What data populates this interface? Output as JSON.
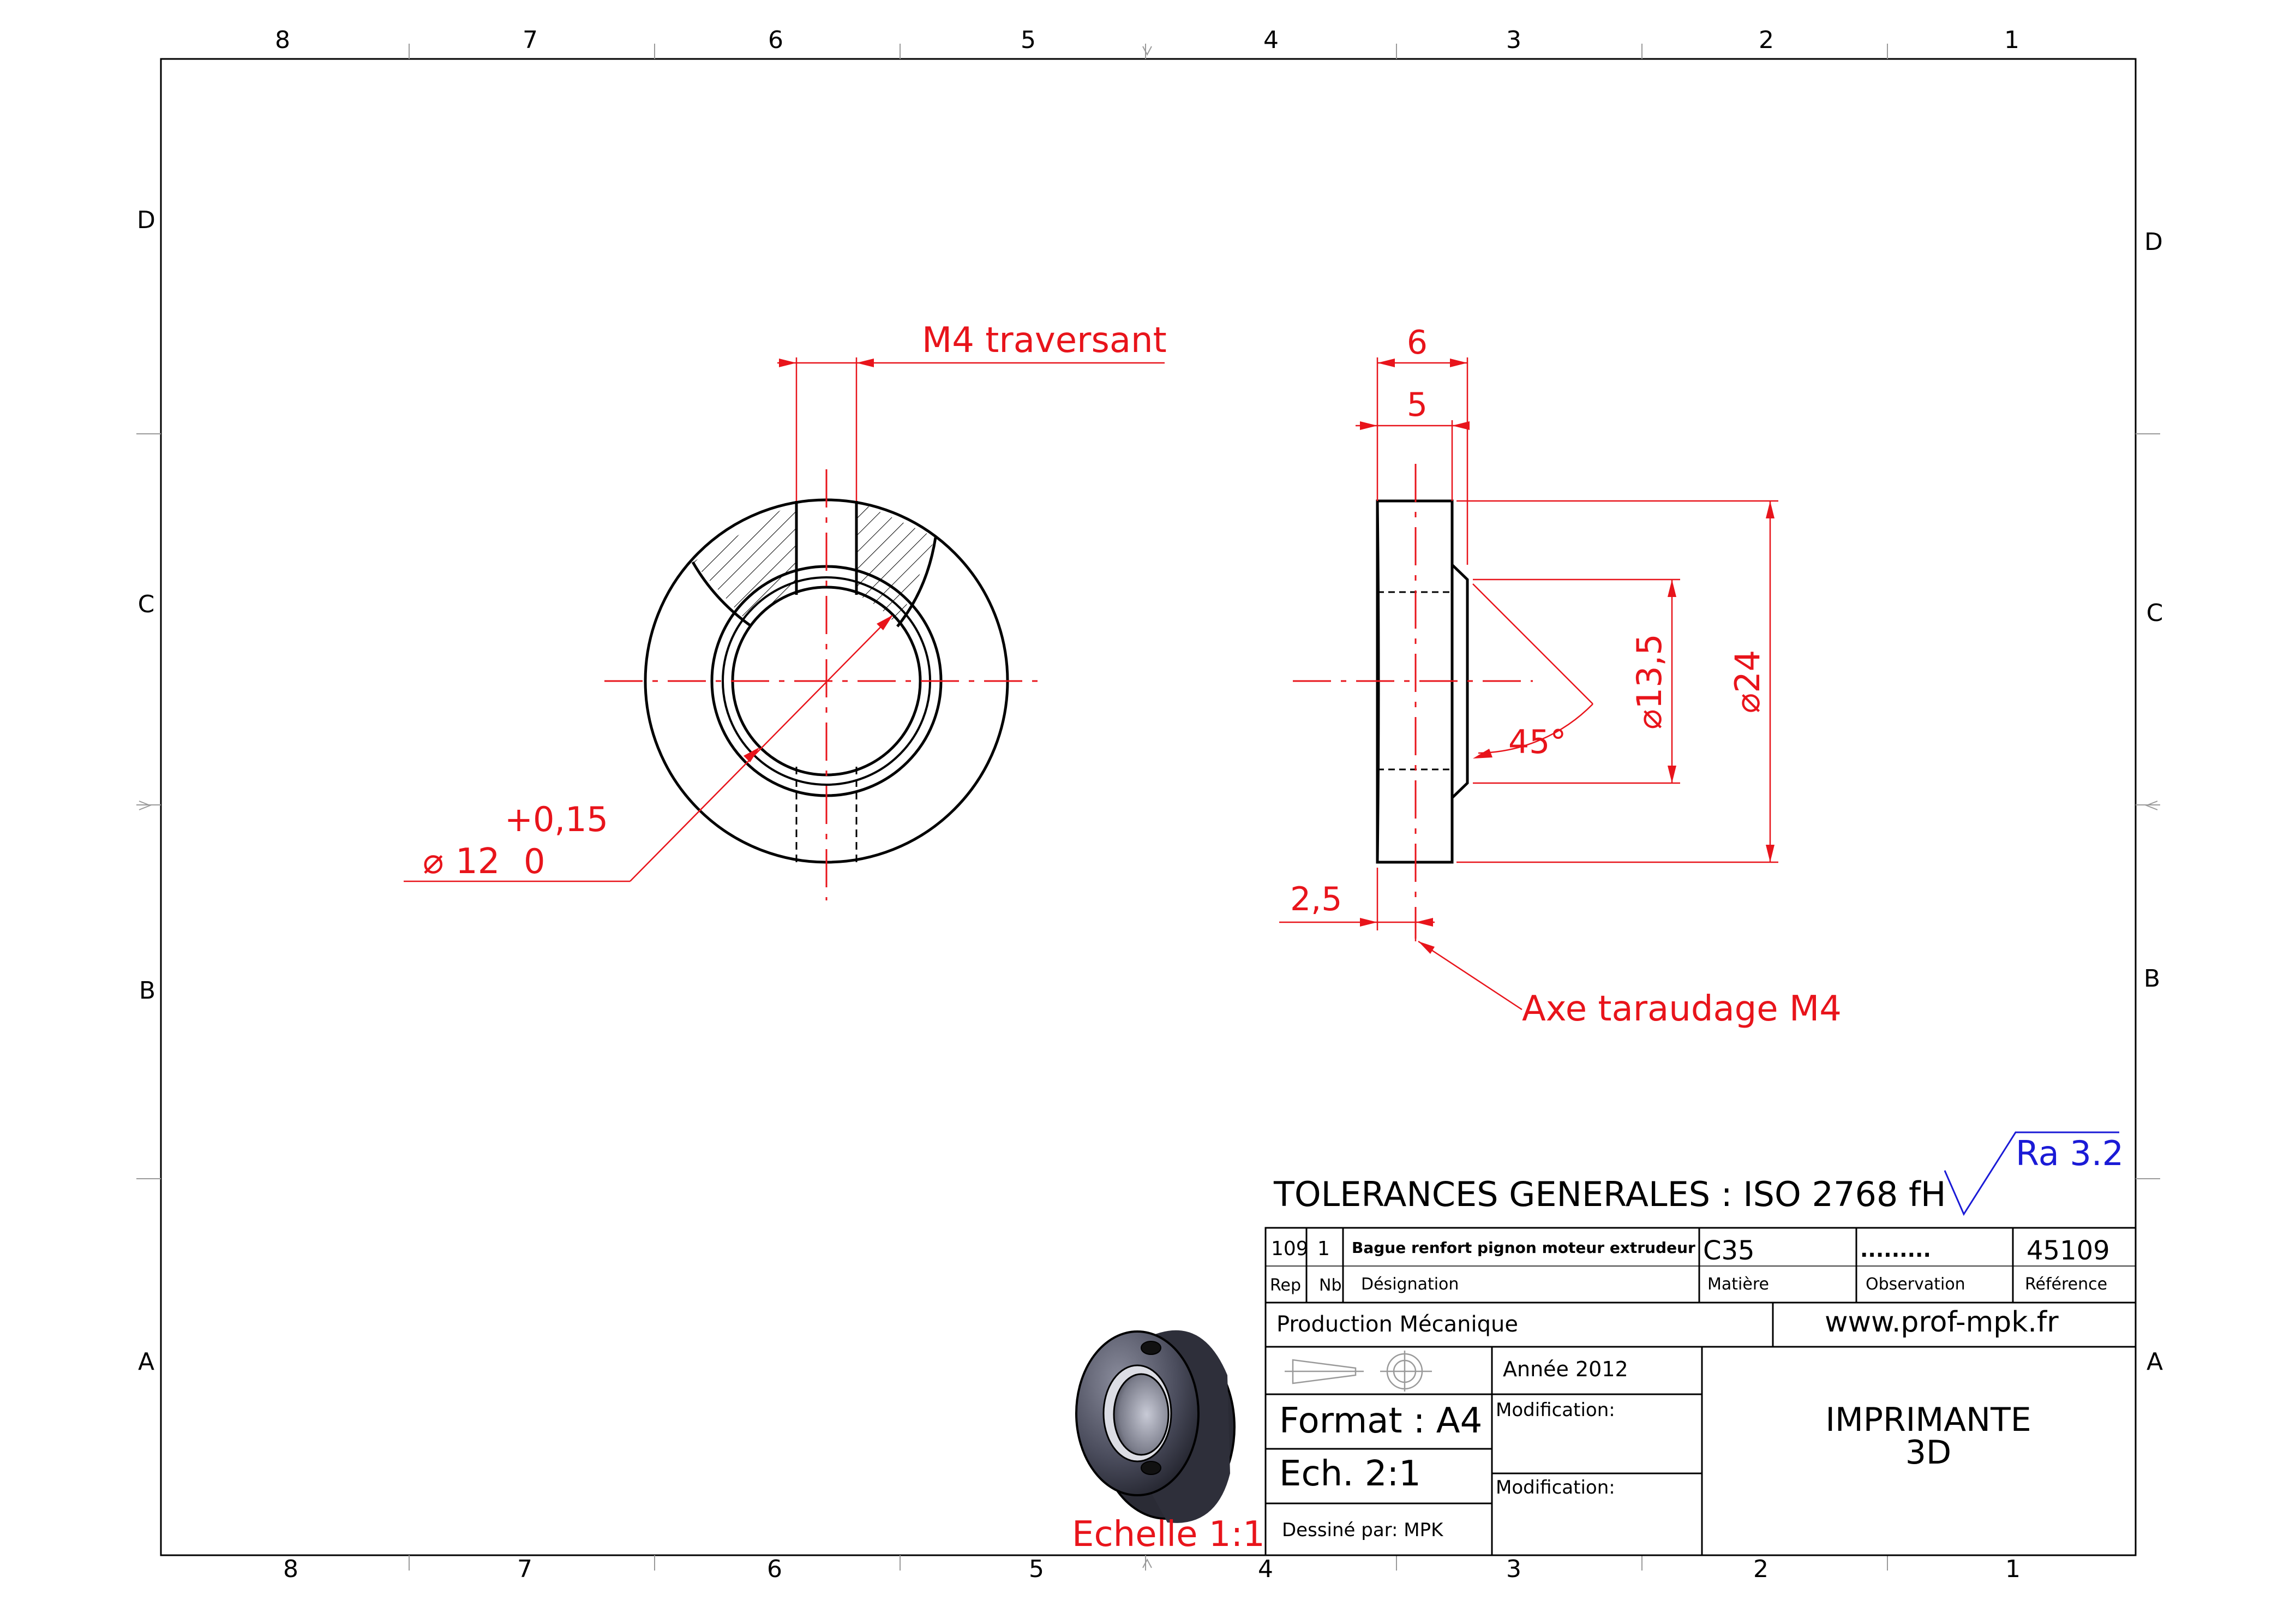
{
  "border": {
    "columns_top": [
      "8",
      "7",
      "6",
      "5",
      "4",
      "3",
      "2",
      "1"
    ],
    "columns_bottom": [
      "8",
      "7",
      "6",
      "5",
      "4",
      "3",
      "2",
      "1"
    ],
    "rows_left": [
      "D",
      "C",
      "B",
      "A"
    ],
    "rows_right": [
      "D",
      "C",
      "B",
      "A"
    ]
  },
  "front_view": {
    "thread_label": "M4 traversant",
    "tolerance_upper": "+0,15",
    "diameter_prefix": "⌀",
    "diameter_value": "12",
    "tolerance_lower": "0"
  },
  "side_view": {
    "dim_total_width": "6",
    "dim_body_width": "5",
    "dim_hub_diameter": "⌀13,5",
    "dim_outer_diameter": "⌀24",
    "dim_chamfer_angle": "45°",
    "dim_axis_offset": "2,5",
    "axis_label": "Axe taraudage M4"
  },
  "iso_view": {
    "scale_label": "Echelle 1:1"
  },
  "tolerances": "TOLERANCES GENERALES : ISO 2768 fH",
  "roughness": "Ra 3.2",
  "title_block": {
    "rep": "109",
    "nb": "1",
    "designation": "Bague renfort pignon moteur extrudeur",
    "matiere": "C35",
    "observation": ".........",
    "reference": "45109",
    "h_rep": "Rep",
    "h_nb": "Nb",
    "h_designation": "Désignation",
    "h_matiere": "Matière",
    "h_observation": "Observation",
    "h_reference": "Référence",
    "department": "Production Mécanique",
    "website": "www.prof-mpk.fr",
    "year": "Année 2012",
    "format": "Format : A4",
    "scale": "Ech. 2:1",
    "drawn_by": "Dessiné par: MPK",
    "modification_1": "Modification:",
    "modification_2": "Modification:",
    "project_line1": "IMPRIMANTE",
    "project_line2": "3D"
  },
  "colors": {
    "dimension": "#e8141b",
    "roughness": "#1a1ad6",
    "outline": "#000000"
  }
}
